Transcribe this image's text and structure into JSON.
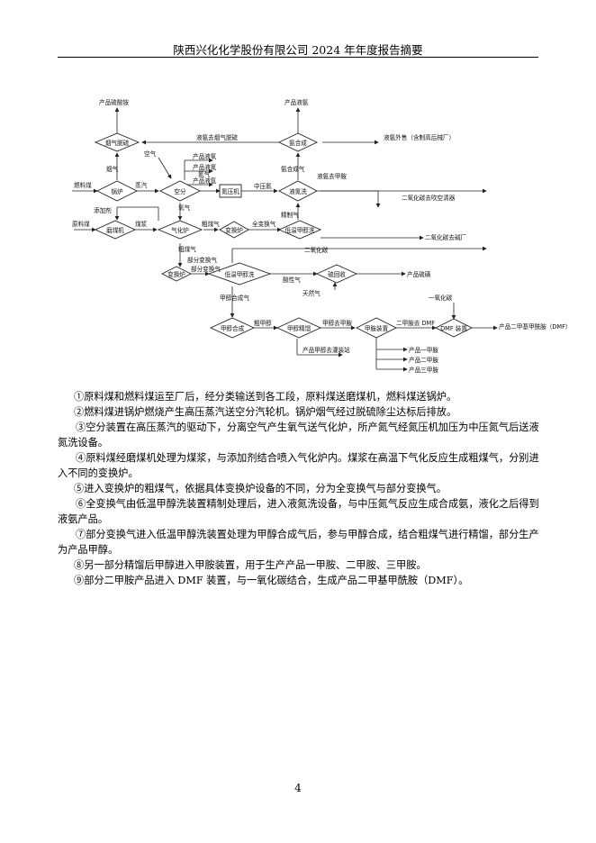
{
  "header": {
    "title": "陕西兴化化学股份有限公司 2024 年年度报告摘要"
  },
  "diagram": {
    "n1": "烟气脱硫",
    "n2": "锅炉",
    "n3": "空分",
    "n4": "氮压机",
    "n5": "液氮洗",
    "n6": "氨合成",
    "n7": "磨煤机",
    "n8": "气化炉",
    "n9": "变换炉",
    "n10": "低温甲醇洗",
    "n11": "硫回收",
    "n12": "甲醇合成",
    "n13": "甲醇精馏",
    "n14": "甲胺装置",
    "n15": "DMF 装置",
    "t_sulfur_acid": "产品硫酸铵",
    "t_liquid_ammonia": "产品液氨",
    "t_ammonia_desulf": "液氨去烟气脱硫",
    "t_ammonia_out": "液氨外售（含制高后械厂）",
    "t_smoke": "烟气",
    "t_fuel_coal": "燃料煤",
    "t_steam": "蒸汽",
    "t_air": "空气",
    "t_prod_lo2": "产品液氧",
    "t_prod_ln2": "产品液氮",
    "t_prod_ar": "产品液氩",
    "t_n2": "氮气",
    "t_mp_n2": "中压氮",
    "t_amm_syn_gas": "氨合成气",
    "t_amm_to_amine": "液氨去甲胺",
    "t_co2_to_cleaner": "二氧化碳去吹空清器",
    "t_additive": "添加剂",
    "t_raw_coal": "原料煤",
    "t_coal_slurry": "煤浆",
    "t_o2": "氧气",
    "t_crude_gas": "粗煤气",
    "t_full_shift": "全变换气",
    "t_refine_gas": "精制气",
    "t_co2": "二氧化碳",
    "t_co2_factory": "二氧化碳去碱厂",
    "t_crude_gas2": "粗煤气",
    "t_part_shift": "部分变换气",
    "t_part_shift2": "部分变换气",
    "t_acid_gas": "酸性气",
    "t_sulfur": "产品硫磺",
    "t_natgas": "天然气",
    "t_meoh_syn_gas": "甲醇合成气",
    "t_co": "一氧化碳",
    "t_crude_meoh": "粗甲醇",
    "t_meoh_to_amine": "甲醇去甲胺",
    "t_dma_to_dmf": "二甲胺去 DMF",
    "t_prod_dmf": "产品二甲基甲酰胺（DMF）",
    "t_prod_meoh": "产品甲醇去灌装站",
    "t_mma": "产品一甲胺",
    "t_dma": "产品二甲胺",
    "t_tma": "产品三甲胺"
  },
  "paragraphs": [
    "①原料煤和燃料煤运至厂后，经分类输送到各工段，原料煤送磨煤机，燃料煤送锅炉。",
    "②燃料煤进锅炉燃烧产生高压蒸汽送空分汽轮机。锅炉烟气经过脱硫除尘达标后排放。",
    "③空分装置在高压蒸汽的驱动下，分离空气产生氧气送气化炉，所产氮气经氮压机加压为中压氮气后送液氮洗设备。",
    "④原料煤经磨煤机处理为煤浆，与添加剂结合喷入气化炉内。煤浆在高温下气化反应生成粗煤气，分别进入不同的变换炉。",
    "⑤进入变换炉的粗煤气，依据具体变换炉设备的不同，分为全变换气与部分变换气。",
    "⑥全变换气由低温甲醇洗装置精制处理后，进入液氮洗设备，与中压氮气反应生成合成氨，液化之后得到液氨产品。",
    "⑦部分变换气进入低温甲醇洗装置处理为甲醇合成气后，参与甲醇合成，结合粗煤气进行精馏，部分生产为产品甲醇。",
    "⑧另一部分精馏后甲醇进入甲胺装置，用于生产产品一甲胺、二甲胺、三甲胺。",
    "⑨部分二甲胺产品进入 DMF 装置，与一氧化碳结合，生成产品二甲基甲酰胺（DMF）。"
  ],
  "page_number": "4"
}
